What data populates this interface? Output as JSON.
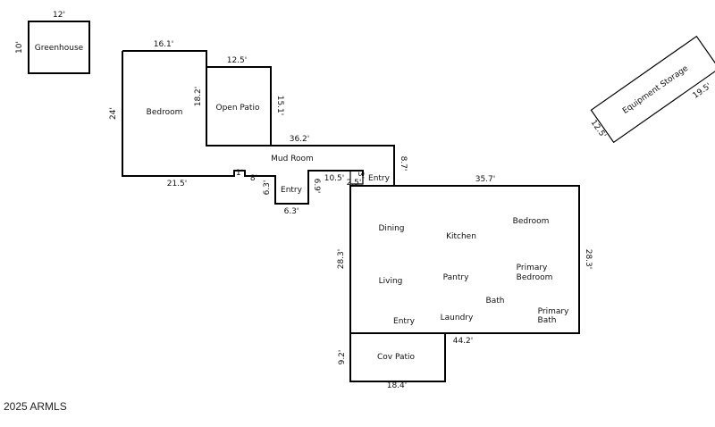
{
  "structures": {
    "greenhouse": {
      "label": "Greenhouse",
      "width_dim": "12'",
      "depth_dim": "10'"
    },
    "storage": {
      "label": "Equipment Storage",
      "width_dim": "19.5'",
      "depth_dim": "12.5'"
    }
  },
  "rooms": {
    "bedroom_upper": "Bedroom",
    "open_patio": "Open Patio",
    "mud_room": "Mud Room",
    "entry_mid": "Entry",
    "entry_right": "Entry",
    "dining": "Dining",
    "kitchen": "Kitchen",
    "bedroom_right": "Bedroom",
    "living": "Living",
    "pantry": "Pantry",
    "primary_bedroom_1": "Primary",
    "primary_bedroom_2": "Bedroom",
    "bath": "Bath",
    "entry_lower": "Entry",
    "laundry": "Laundry",
    "primary_bath_1": "Primary",
    "primary_bath_2": "Bath",
    "cov_patio": "Cov Patio"
  },
  "dimensions": {
    "bedroom_top": "16.1'",
    "bedroom_left": "24'",
    "open_patio_top": "12.5'",
    "open_patio_inner": "18.2'",
    "open_patio_right": "15.1'",
    "mud_top": "36.2'",
    "mud_right": "8.7'",
    "mud_bottom": "21.5'",
    "step_small": "1'",
    "step_8": "8'",
    "entry_left": "6.3'",
    "entry_right": "6.9'",
    "entry_bottom": "6.3'",
    "step_105": "10.5'",
    "step_25": "2.5'",
    "step_3": "3'",
    "main_top": "35.7'",
    "main_left": "28.3'",
    "main_right": "28.3'",
    "main_bottom": "44.2'",
    "patio_left": "9.2'",
    "patio_bottom": "18.4'"
  },
  "copyright": "2025 ARMLS"
}
